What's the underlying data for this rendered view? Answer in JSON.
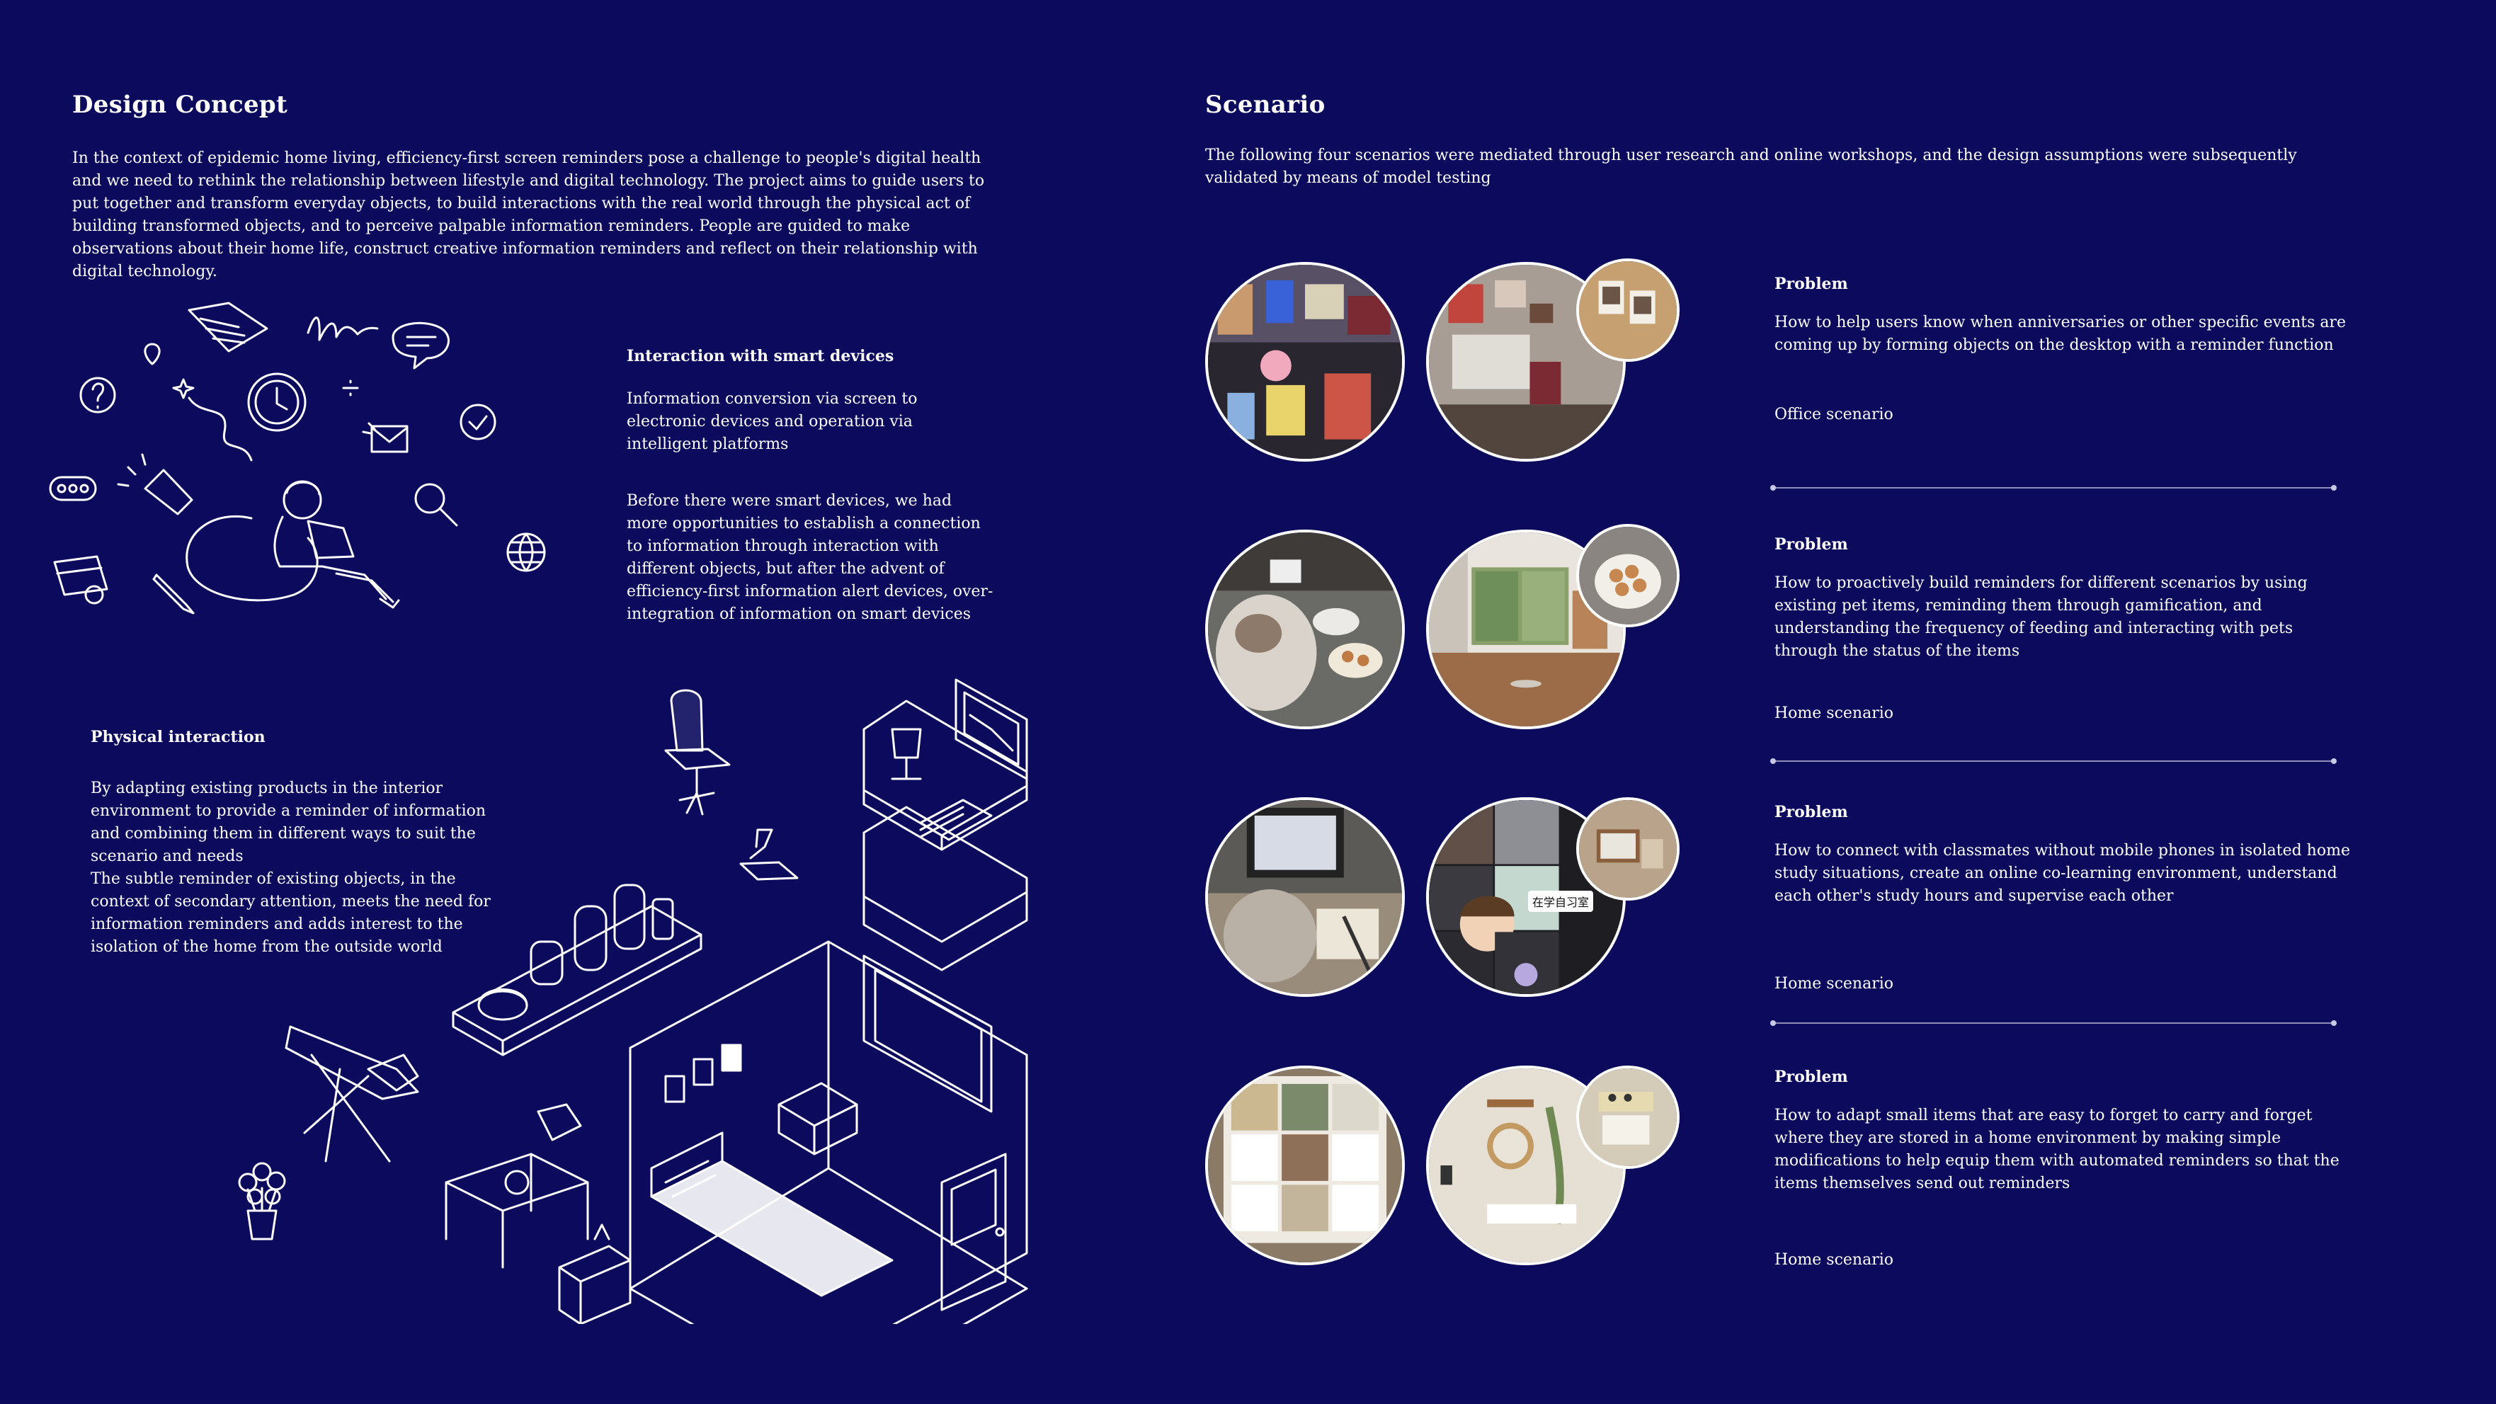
{
  "design_concept": {
    "title": "Design Concept",
    "intro": "In the context of epidemic home living, efficiency-first screen reminders pose a challenge to people's digital health and we need to rethink the relationship between lifestyle and digital technology. The project aims to guide users to put together and transform everyday objects, to build interactions with the real world through the physical act of building transformed objects, and to perceive palpable information reminders. People are guided to make observations about their home life, construct creative information reminders and reflect on their relationship with digital technology.",
    "smart_devices": {
      "heading": "Interaction with smart devices",
      "para1": "Information conversion via screen to electronic devices and operation via intelligent platforms",
      "para2": "Before there were smart devices, we had more opportunities to establish a connection to information through interaction with different objects, but after the advent of efficiency-first information alert devices, over-integration of information on smart devices"
    },
    "physical": {
      "heading": "Physical interaction",
      "para1": "By adapting existing products in the interior environment to provide a reminder of information and combining them in different ways to suit the scenario and needs",
      "para2": "The subtle reminder of existing objects, in the context of secondary attention, meets the need for information reminders and adds interest to the isolation of the home from the outside world"
    }
  },
  "scenario": {
    "title": "Scenario",
    "intro": "The following four scenarios were mediated through user research and online workshops, and the design assumptions were subsequently validated by means of model testing",
    "items": [
      {
        "problem_label": "Problem",
        "description": "How to help users know when anniversaries or other specific events are coming up by forming objects on the desktop with a reminder function",
        "scenario_label": "Office scenario"
      },
      {
        "problem_label": "Problem",
        "description": "How to proactively build reminders for different scenarios by using existing pet items, reminding them through gamification, and understanding the frequency of feeding and interacting with pets through the status of the items",
        "scenario_label": "Home scenario"
      },
      {
        "problem_label": "Problem",
        "description": "How to connect with classmates without mobile phones in isolated home study situations, create an online co-learning environment, understand each other's study hours and supervise each other",
        "scenario_label": "Home scenario"
      },
      {
        "problem_label": "Problem",
        "description": "How to adapt small items that are easy to forget to carry and forget where they are stored in a home environment by making simple modifications to help equip them with automated reminders so that the items themselves send out reminders",
        "scenario_label": "Home scenario"
      }
    ],
    "photo_overlay_text": "在学自习室"
  },
  "colors": {
    "background": "#0b0a5c",
    "text": "#ffffff",
    "divider": "#8d8fb8"
  }
}
